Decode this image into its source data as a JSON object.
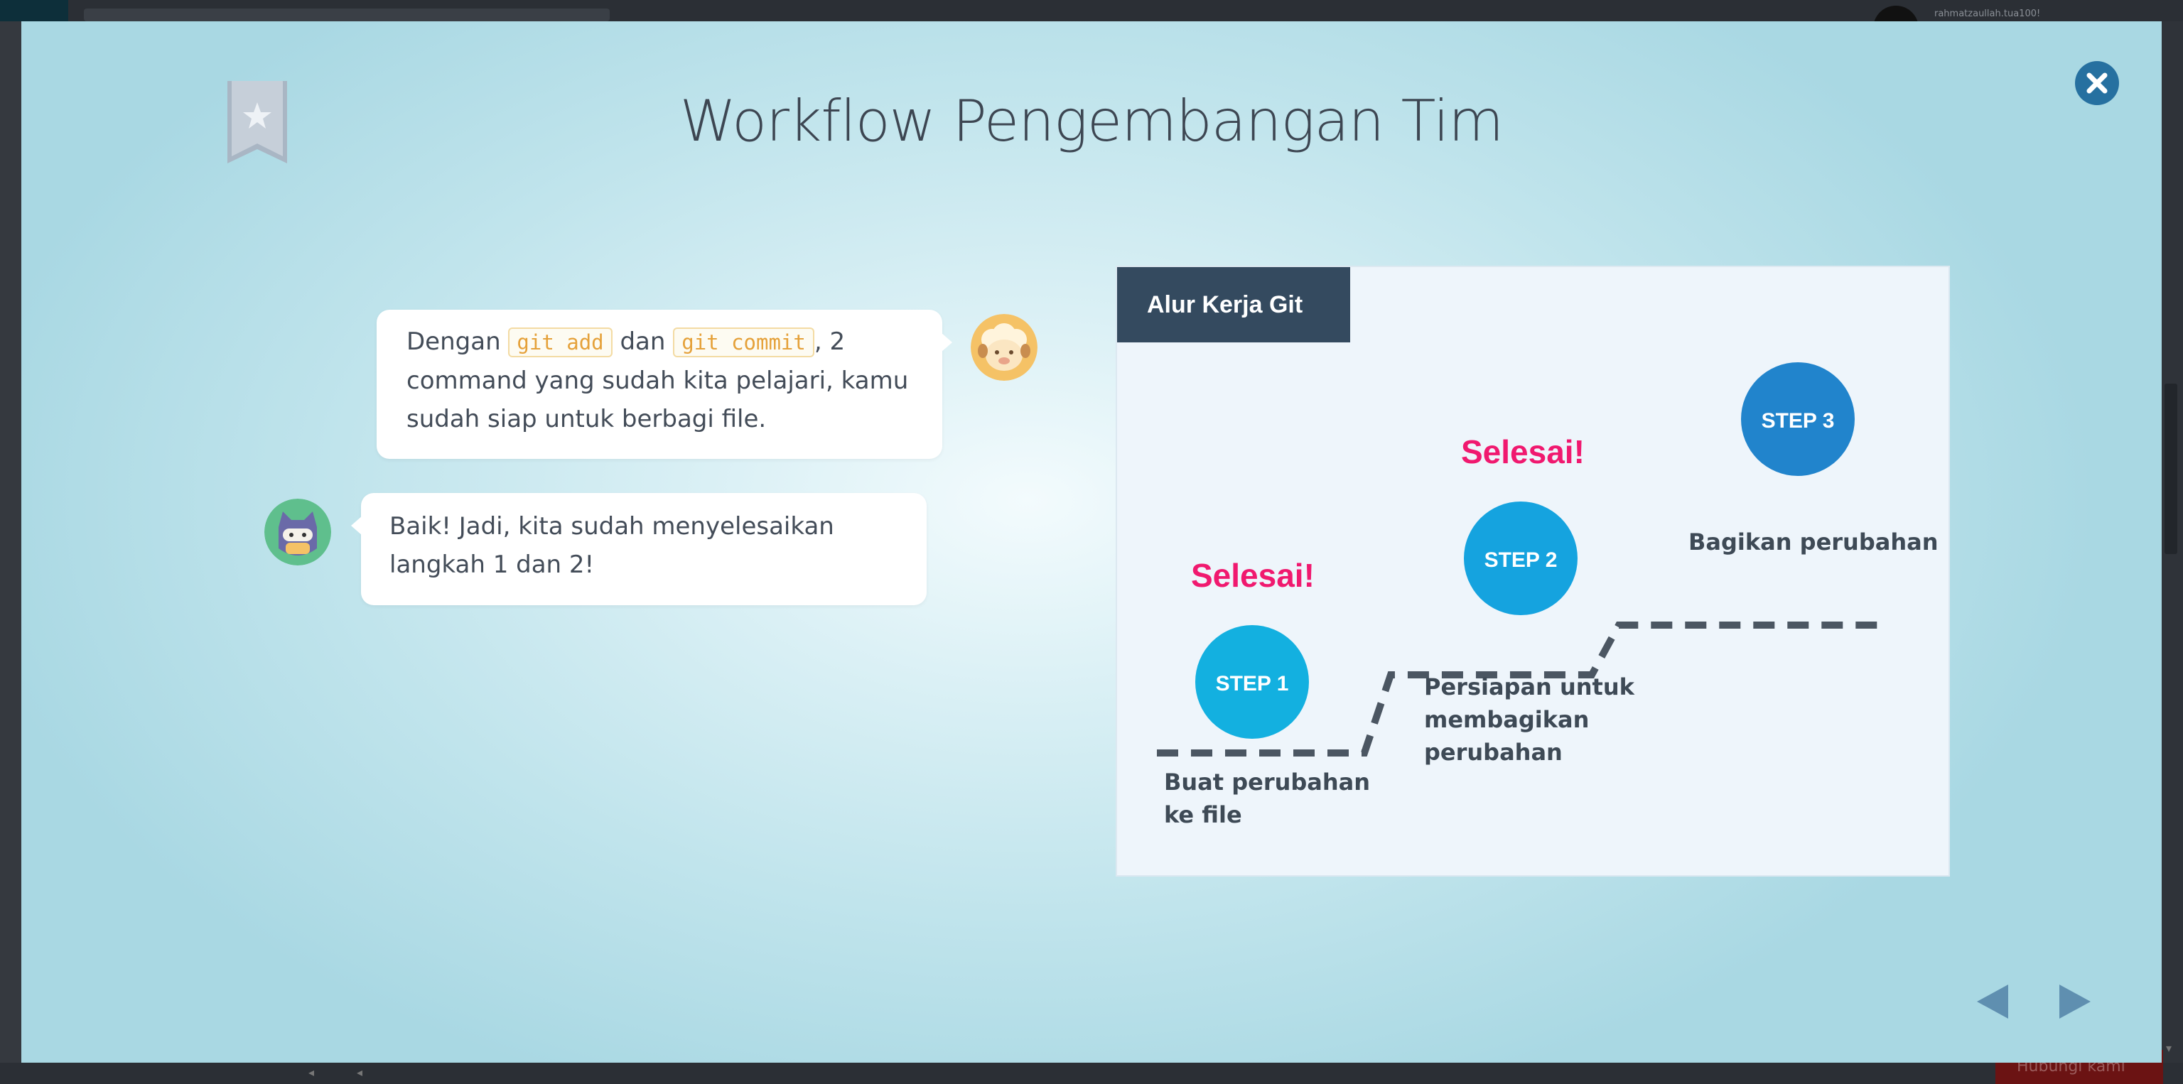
{
  "background": {
    "username": "rahmatzaullah.tua100!",
    "hubungi": "Hubungi kami"
  },
  "modal": {
    "title": "Workflow Pengembangan Tim",
    "colors": {
      "accent": "#2670a0",
      "panel_header": "#344a5f",
      "code": "#e5a13a",
      "done": "#f0196f"
    }
  },
  "chat": [
    {
      "speaker_icon": "sheep-avatar-icon",
      "segments": [
        {
          "type": "text",
          "value": "Dengan "
        },
        {
          "type": "code",
          "value": "git add"
        },
        {
          "type": "text",
          "value": " dan "
        },
        {
          "type": "code",
          "value": "git commit"
        },
        {
          "type": "text",
          "value": ", 2 command yang sudah kita pelajari, kamu sudah siap untuk berbagi file."
        }
      ]
    },
    {
      "speaker_icon": "ninja-cat-avatar-icon",
      "text": "Baik! Jadi, kita sudah menyelesaikan langkah 1 dan 2!"
    }
  ],
  "git_panel": {
    "header": "Alur Kerja Git",
    "steps": [
      {
        "badge": "STEP 1",
        "label_lines": [
          "Buat perubahan",
          "ke file"
        ],
        "status": "Selesai!",
        "color": "#13b0e0"
      },
      {
        "badge": "STEP 2",
        "label_lines": [
          "Persiapan untuk",
          "membagikan",
          "perubahan"
        ],
        "status": "Selesai!",
        "color": "#15a3df"
      },
      {
        "badge": "STEP 3",
        "label_lines": [
          "Bagikan perubahan"
        ],
        "status": "",
        "color": "#2184cc"
      }
    ]
  }
}
